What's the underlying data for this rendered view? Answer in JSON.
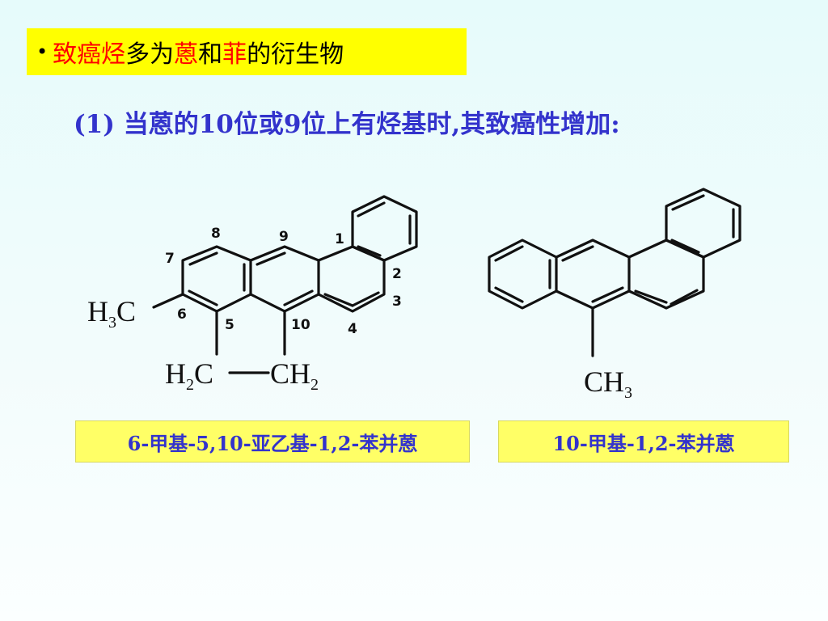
{
  "title": {
    "bullet": "•",
    "part1": "致癌烃",
    "part2": "多为",
    "part3": "蒽",
    "part4": "和",
    "part5": "菲",
    "part6": "的衍生物"
  },
  "subtitle": "(1) 当蒽的10位或9位上有烃基时,其致癌性增加:",
  "molecule_left": {
    "numbers": [
      "8",
      "9",
      "1",
      "7",
      "2",
      "6",
      "3",
      "5",
      "10",
      "4"
    ],
    "h3c": {
      "main": "H",
      "sub": "3",
      "end": "C"
    },
    "h2c": {
      "main": "H",
      "sub": "2",
      "end": "C"
    },
    "ch2": {
      "main": "CH",
      "sub": "2"
    },
    "label": "6-甲基-5,10-亚乙基-1,2-苯并蒽"
  },
  "molecule_right": {
    "ch3": {
      "main": "CH",
      "sub": "3"
    },
    "label": "10-甲基-1,2-苯并蒽"
  }
}
